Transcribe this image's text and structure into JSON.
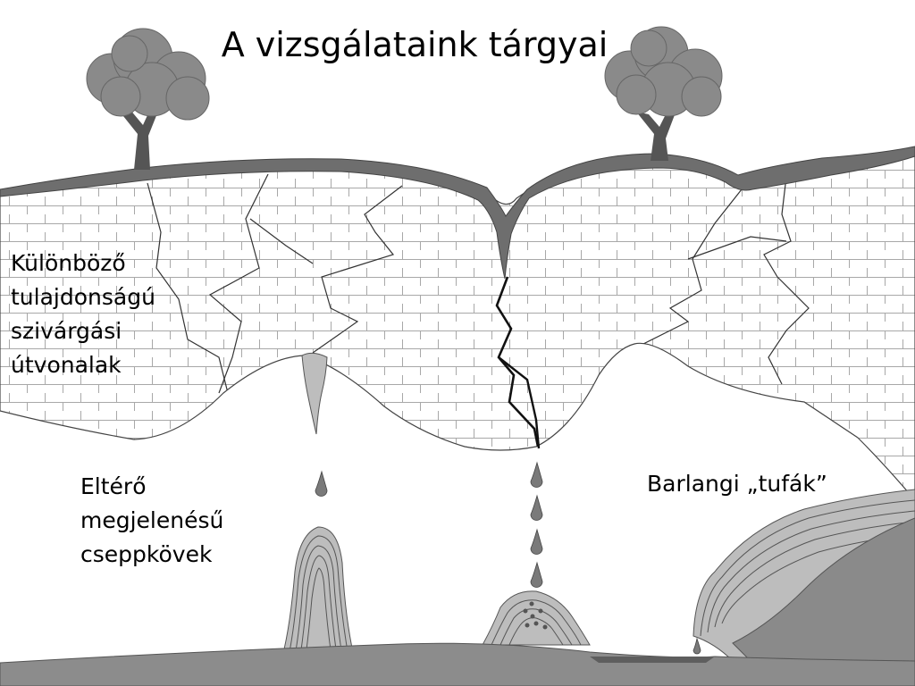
{
  "title": "A vizsgálataink tárgyai",
  "labels": {
    "seepage_paths": [
      "Különböző",
      "tulajdonságú",
      "szivárgási",
      "útvonalak"
    ],
    "speleothems": [
      "Eltérő",
      "megjelenésű",
      "cseppkövek"
    ],
    "cave_tufas": "Barlangi „tufák”"
  },
  "icons": [
    "tree-icon",
    "tree-icon",
    "water-drop-icon"
  ],
  "colors": {
    "background": "#ffffff",
    "soil": "#6e6e6e",
    "rock_lines": "#a8a8a8",
    "stalagmite": "#bdbdbd",
    "drop": "#7a7a7a",
    "tree_crown": "#8a8a8a",
    "tree_trunk": "#555555",
    "floor": "#8c8c8c"
  }
}
